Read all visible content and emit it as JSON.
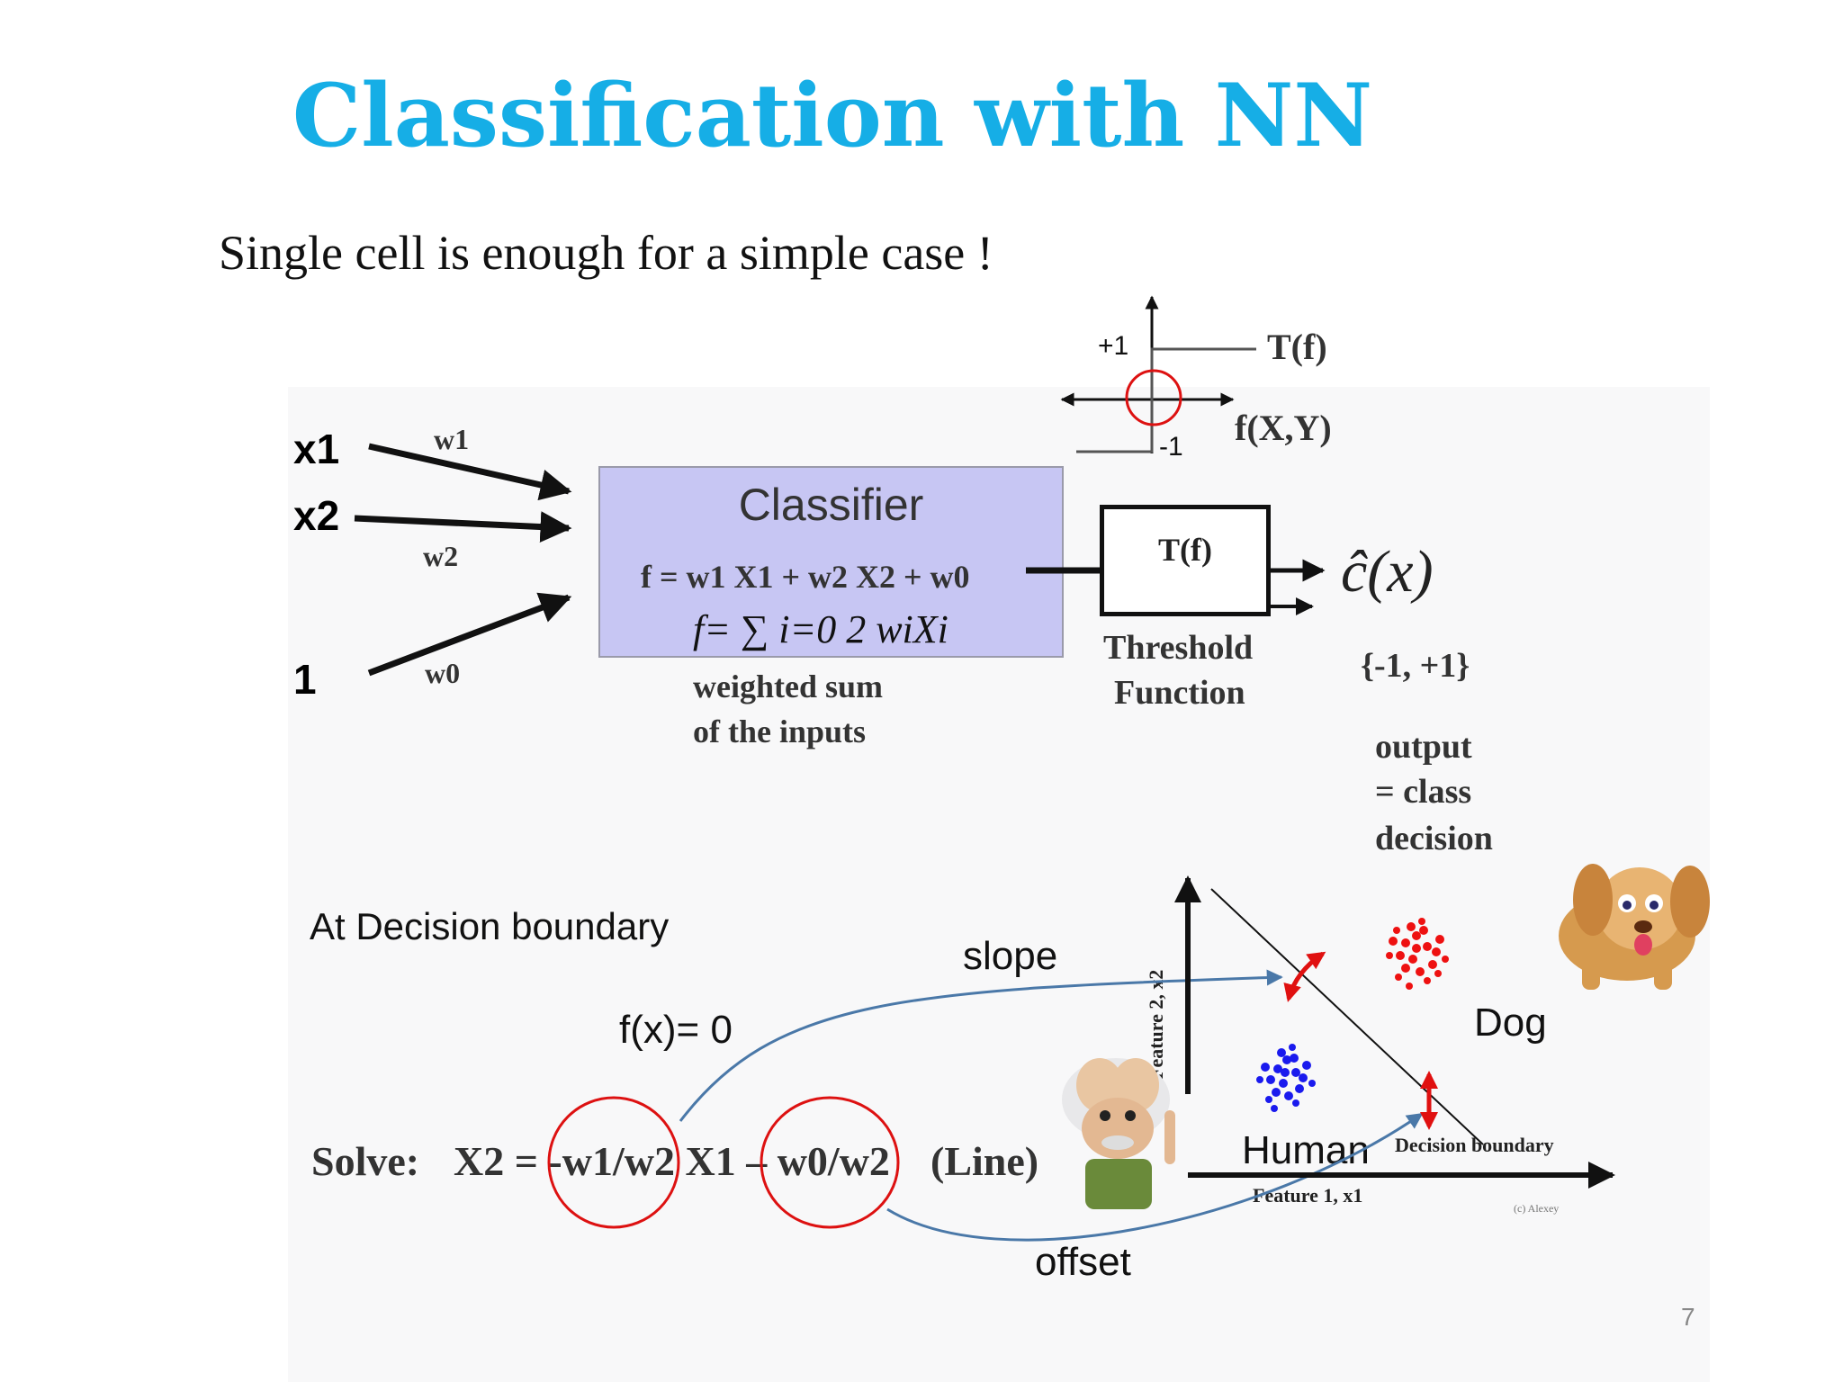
{
  "slide": {
    "title": "Classification with NN",
    "subtitle": "Single cell is enough for a simple case !",
    "page_number": "7"
  },
  "network": {
    "inputs": [
      "x1",
      "x2",
      "1"
    ],
    "weights": [
      "w1",
      "w2",
      "w0"
    ],
    "classifier_title": "Classifier",
    "classifier_formula": "f = w1 X1 + w2 X2 + w0",
    "sum_formula": "f= ∑ i=0 2 wiXi",
    "weighted_sum_line1": "weighted sum",
    "weighted_sum_line2": "of the inputs",
    "threshold_box_label": "T(f)",
    "threshold_line1": "Threshold",
    "threshold_line2": "Function",
    "output_symbol": "ĉ(x)",
    "output_set": "{-1, +1}",
    "output_line1": "output",
    "output_line2": "= class",
    "output_line3": "decision"
  },
  "threshold_plot": {
    "plus_label": "+1",
    "minus_label": "-1",
    "curve_label": "T(f)",
    "axis_label": "f(X,Y)"
  },
  "boundary_section": {
    "heading": "At Decision boundary",
    "slope_label": "slope",
    "fx_label": "f(x)= 0",
    "solve_prefix": "Solve:",
    "solve_eq": "X2 = -w1/w2 X1 – w0/w2",
    "solve_suffix": "(Line)",
    "offset_label": "offset"
  },
  "scatter": {
    "y_axis_label": "Feature 2, x2",
    "x_axis_label": "Feature 1, x1",
    "boundary_label": "Decision boundary",
    "human_label": "Human",
    "dog_label": "Dog",
    "credit": "(c) Alexey"
  },
  "colors": {
    "title": "#16aee6",
    "classifier_fill": "#c7c6f3",
    "human_cluster": "#1a1aee",
    "dog_cluster": "#ee1111",
    "highlight_circle": "#dd1111",
    "connector": "#4a78a8"
  }
}
